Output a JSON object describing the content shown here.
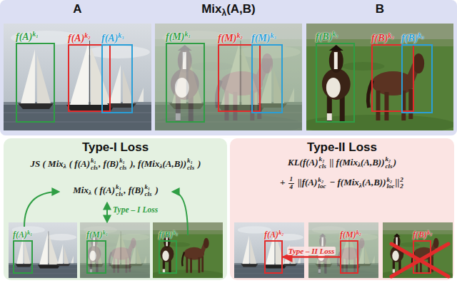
{
  "diagram": {
    "nodes": [
      {
        "text": [
          "A"
        ]
      },
      {
        "text": [
          "f(A)",
          "k₁"
        ],
        "in": 0
      },
      {
        "text": [
          "f(A)",
          "k₂"
        ],
        "in": 0
      },
      {
        "text": [
          "f(A)",
          "k₃"
        ],
        "in": 0
      },
      {
        "text": [
          "Mix",
          "λ",
          "(A,B)"
        ]
      },
      {
        "text": [
          "f(M)",
          "k₁"
        ],
        "in": 4
      },
      {
        "text": [
          "f(M)",
          "k₂"
        ],
        "in": 4
      },
      {
        "text": [
          "f(M)",
          "k₃"
        ],
        "in": 4
      },
      {
        "text": [
          "B"
        ]
      },
      {
        "text": [
          "f(B)",
          "k₁"
        ],
        "in": 8
      },
      {
        "text": [
          "f(B)",
          "k₂"
        ],
        "in": 8
      },
      {
        "text": [
          "f(B)",
          "k₃"
        ],
        "in": 8
      },
      {
        "text": [
          "Type-I Loss"
        ]
      },
      {
        "text": [
          "f(A)",
          "k₁"
        ],
        "in": 12
      },
      {
        "text": [
          "f(M)",
          "k₁"
        ],
        "in": 12
      },
      {
        "text": [
          "f(B)",
          "k₁"
        ],
        "in": 12
      },
      {
        "text": [
          "Type-II Loss"
        ]
      },
      {
        "text": [
          "f(A)",
          "k₂"
        ],
        "in": 16
      },
      {
        "text": [
          "f(M)",
          "k₂"
        ],
        "in": 16
      },
      {
        "text": [
          "f(B)",
          "k₂"
        ],
        "in": 16
      }
    ],
    "edges": [
      {
        "from": 18,
        "to": 17,
        "arrow": "to",
        "label": "Type – II Loss"
      }
    ],
    "labels": [
      "JS ( Mix",
      "λ",
      "( f(A)",
      "k₁",
      "cls",
      ", f(B)",
      "k₁",
      "cls",
      "), f(Mix",
      "λ",
      "(A,B))",
      "k₁",
      "cls",
      ")",
      "Mix",
      "λ",
      "( f(A)",
      "k₁",
      "cls",
      ", f(B)",
      "k₁",
      "cls",
      ")",
      "Type – I Loss",
      "KL(f(A)",
      "k₂",
      "cls",
      "|| f(Mix",
      "λ",
      "(A,B))",
      "k₂",
      "cls",
      ")",
      "+",
      "1",
      "4",
      "||f(A)",
      "k₂",
      "loc",
      "− f(Mix",
      "λ",
      "(A,B))",
      "k₂",
      "loc",
      "||",
      "2",
      "2"
    ]
  }
}
